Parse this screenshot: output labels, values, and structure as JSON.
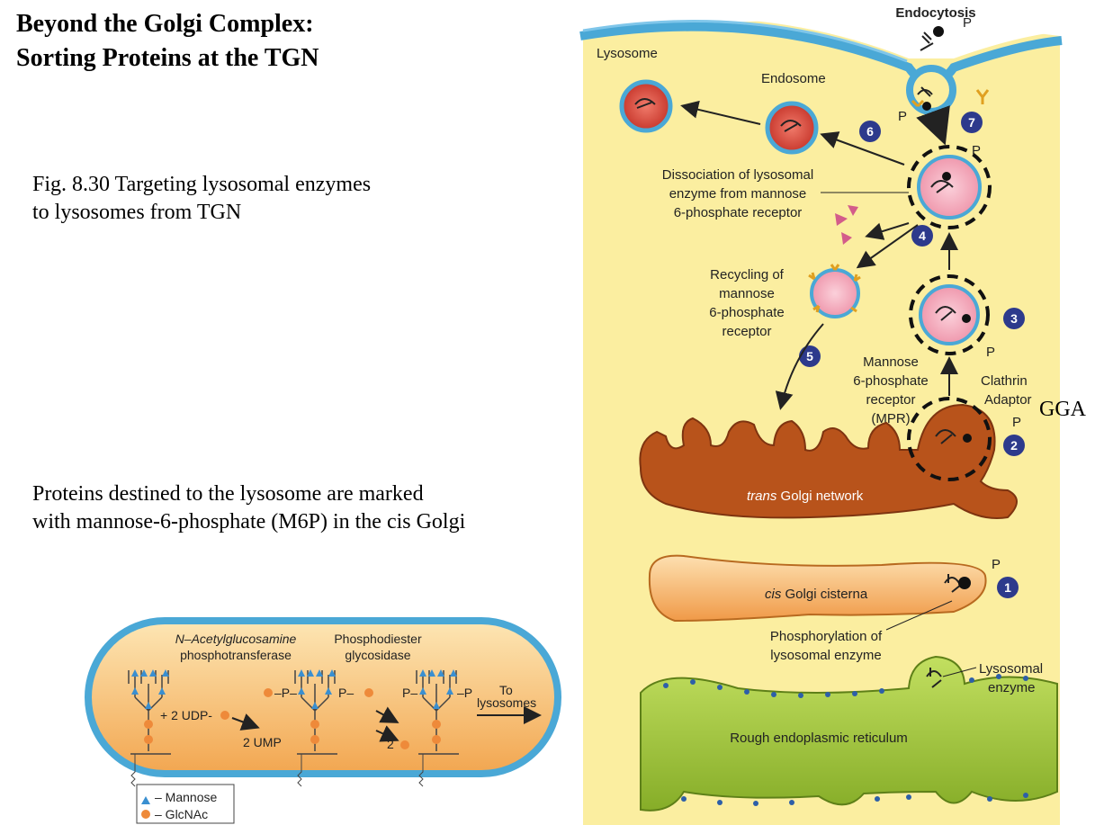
{
  "title": {
    "line1": "Beyond the Golgi Complex:",
    "line2": "Sorting Proteins at the TGN"
  },
  "fig_caption": {
    "line1": "Fig. 8.30 Targeting lysosomal enzymes",
    "line2": "to lysosomes from TGN"
  },
  "body_text": {
    "line1": "Proteins destined to the lysosome are marked",
    "line2": "with mannose-6-phosphate (M6P) in the cis Golgi"
  },
  "cell_diagram": {
    "endocytosis": "Endocytosis",
    "lysosome": "Lysosome",
    "endosome": "Endosome",
    "dissociation": [
      "Dissociation of lysosomal",
      "enzyme from mannose",
      "6-phosphate receptor"
    ],
    "recycling": [
      "Recycling of",
      "mannose",
      "6-phosphate",
      "receptor"
    ],
    "mpr": [
      "Mannose",
      "6-phosphate",
      "receptor",
      "(MPR)"
    ],
    "clathrin": "Clathrin",
    "adaptor": "Adaptor",
    "gga": "GGA",
    "trans_golgi_italic": "trans",
    "trans_golgi_rest": " Golgi network",
    "cis_golgi_italic": "cis",
    "cis_golgi_rest": " Golgi cisterna",
    "phosphorylation": [
      "Phosphorylation of",
      "lysosomal enzyme"
    ],
    "lysosomal_enzyme": [
      "Lysosomal",
      "enzyme"
    ],
    "rer": "Rough endoplasmic reticulum",
    "p": "P",
    "steps": [
      "1",
      "2",
      "3",
      "4",
      "5",
      "6",
      "7"
    ]
  },
  "inset": {
    "enzyme1": [
      "N–Acetylglucosamine",
      "phosphotransferase"
    ],
    "enzyme2": [
      "Phosphodiester",
      "glycosidase"
    ],
    "udp": "+ 2 UDP-",
    "ump": "2 UMP",
    "two": "2",
    "p_left": "–P–",
    "p_mid": "P–",
    "p_right": "P–",
    "p_end": "–P",
    "to": "To",
    "lysosomes": "lysosomes",
    "legend_mannose": "– Mannose",
    "legend_glcnac": "– GlcNAc"
  },
  "colors": {
    "cytoplasm": "#fbeea0",
    "membrane": "#4aa8d6",
    "golgi_trans": "#b8531b",
    "golgi_cis": "#f4a85a",
    "er": "#9cc33a",
    "lysosome": "#d9483b",
    "vesicle_pink": "#f3a5b8",
    "step_circle": "#2d3a8c",
    "mannose": "#3a8fd0",
    "glcnac": "#ee8a3a"
  }
}
